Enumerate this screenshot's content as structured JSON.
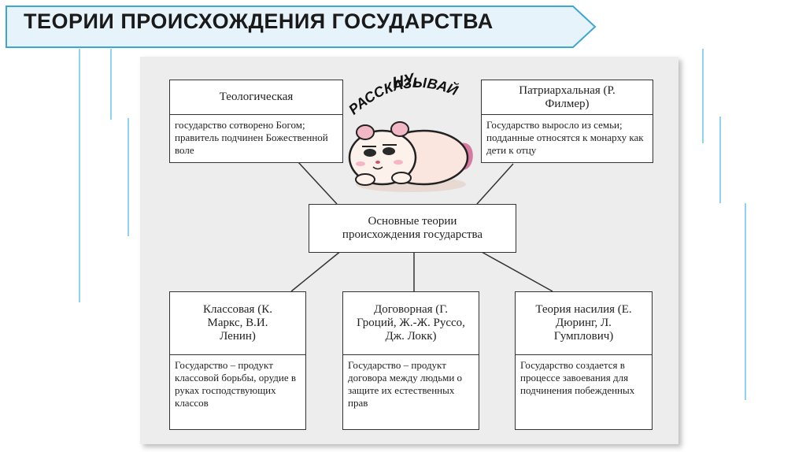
{
  "title": "ТЕОРИИ ПРОИСХОЖДЕНИЯ ГОСУДАРСТВА",
  "colors": {
    "accent_line": "#8fd3ee",
    "banner_fill": "#e6f3fa",
    "banner_stroke": "#3fa6d3"
  },
  "sticker": {
    "text_line1": "НУ,",
    "text_line2": "РАССКАЗЫВАЙ"
  },
  "center": {
    "label": "Основные теории происхождения государства"
  },
  "theories": [
    {
      "head": "Теологическая",
      "body": "государство сотворено Богом; правитель подчинен Божественной воле"
    },
    {
      "head": "Патриархальная (Р. Филмер)",
      "body": "Государство выросло из семьи; подданные относятся к монарху как дети к отцу"
    },
    {
      "head": "Классовая (К. Маркс, В.И. Ленин)",
      "body": "Государство – продукт классовой борьбы, орудие в руках господствующих классов"
    },
    {
      "head": "Договорная (Г. Гроций, Ж.-Ж. Руссо, Дж. Локк)",
      "body": "Государство – продукт договора между людьми о защите их естественных прав"
    },
    {
      "head": "Теория насилия (Е. Дюринг, Л. Гумплович)",
      "body": "Государство создается в процессе завоевания для подчинения побежденных"
    }
  ]
}
